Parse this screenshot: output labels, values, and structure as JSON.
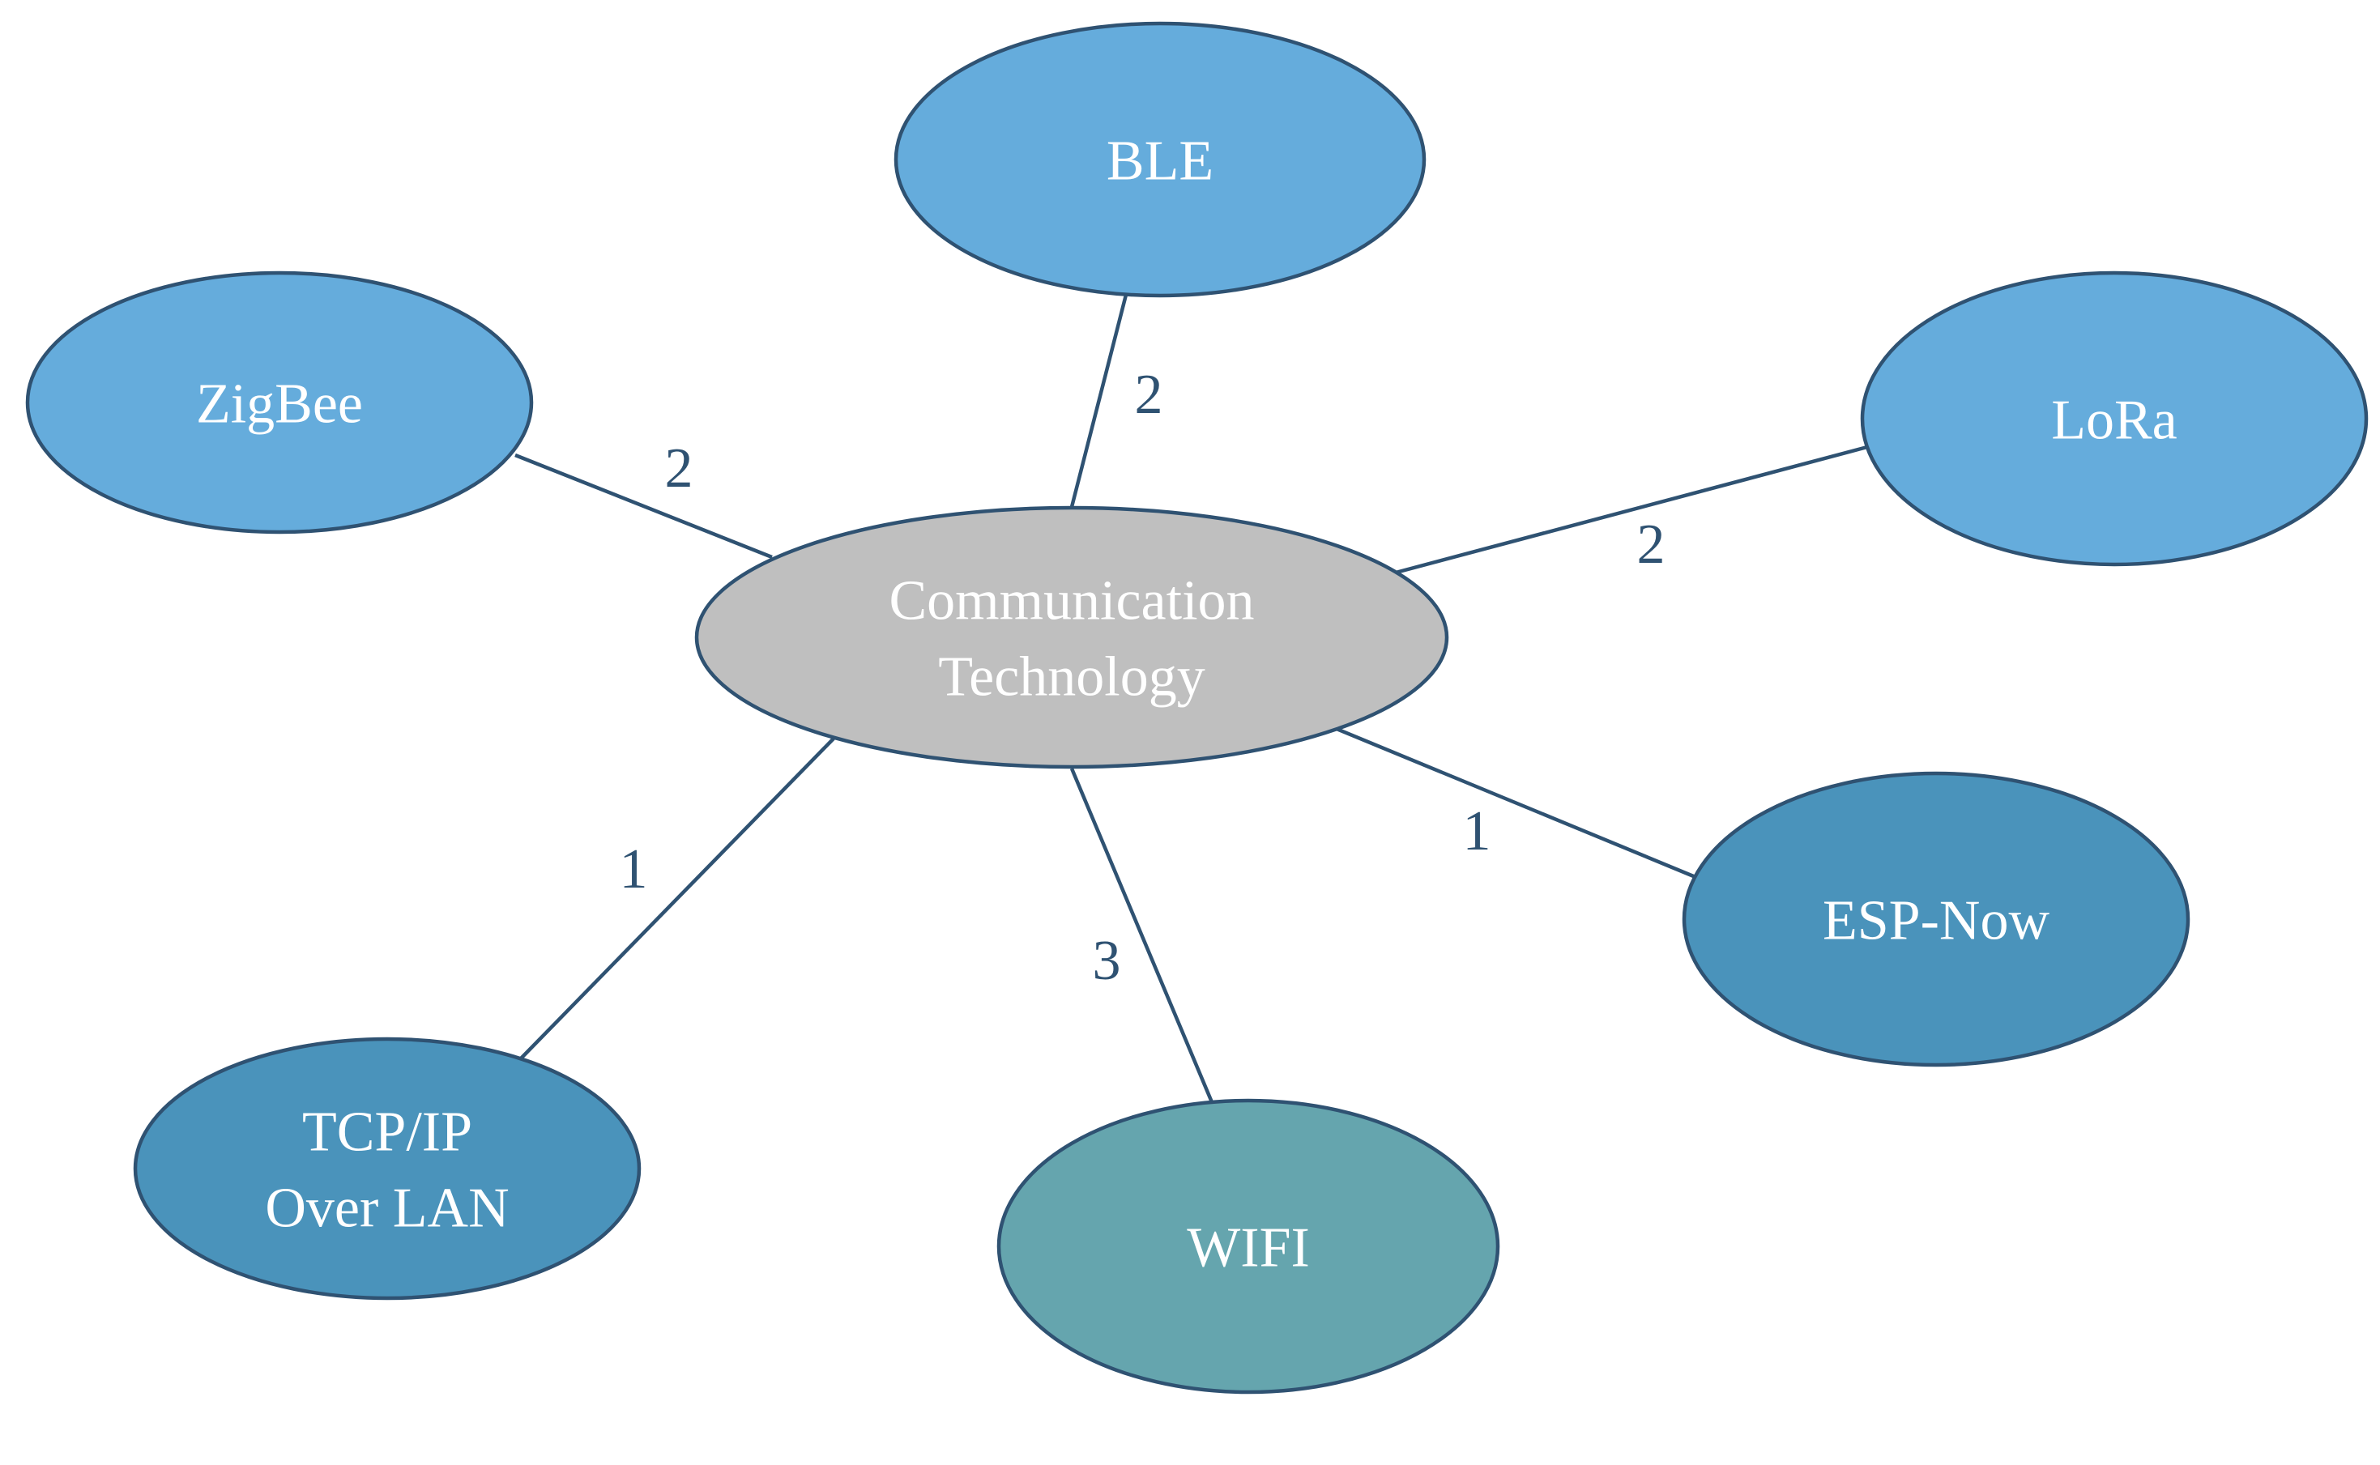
{
  "colors": {
    "background": "#ffffff",
    "stroke": "#2f5272",
    "node_text": "#ffffff",
    "edge_label_text": "#2f5272"
  },
  "nodes": [
    {
      "id": "center",
      "lines": [
        "Communication",
        "Technology"
      ],
      "fill": "#bfbfbf"
    },
    {
      "id": "ble",
      "lines": [
        "BLE"
      ],
      "fill": "#65acdc"
    },
    {
      "id": "zigbee",
      "lines": [
        "ZigBee"
      ],
      "fill": "#65acdc"
    },
    {
      "id": "lora",
      "lines": [
        "LoRa"
      ],
      "fill": "#65acdc"
    },
    {
      "id": "espnow",
      "lines": [
        "ESP-Now"
      ],
      "fill": "#4a93bb"
    },
    {
      "id": "tcpip",
      "lines": [
        "TCP/IP",
        "Over LAN"
      ],
      "fill": "#4a93bb"
    },
    {
      "id": "wifi",
      "lines": [
        "WIFI"
      ],
      "fill": "#65a5ae"
    }
  ],
  "edges": [
    {
      "from": "center",
      "to": "ble",
      "label": "2"
    },
    {
      "from": "center",
      "to": "zigbee",
      "label": "2"
    },
    {
      "from": "center",
      "to": "lora",
      "label": "2"
    },
    {
      "from": "center",
      "to": "espnow",
      "label": "1"
    },
    {
      "from": "center",
      "to": "tcpip",
      "label": "1"
    },
    {
      "from": "center",
      "to": "wifi",
      "label": "3"
    }
  ]
}
